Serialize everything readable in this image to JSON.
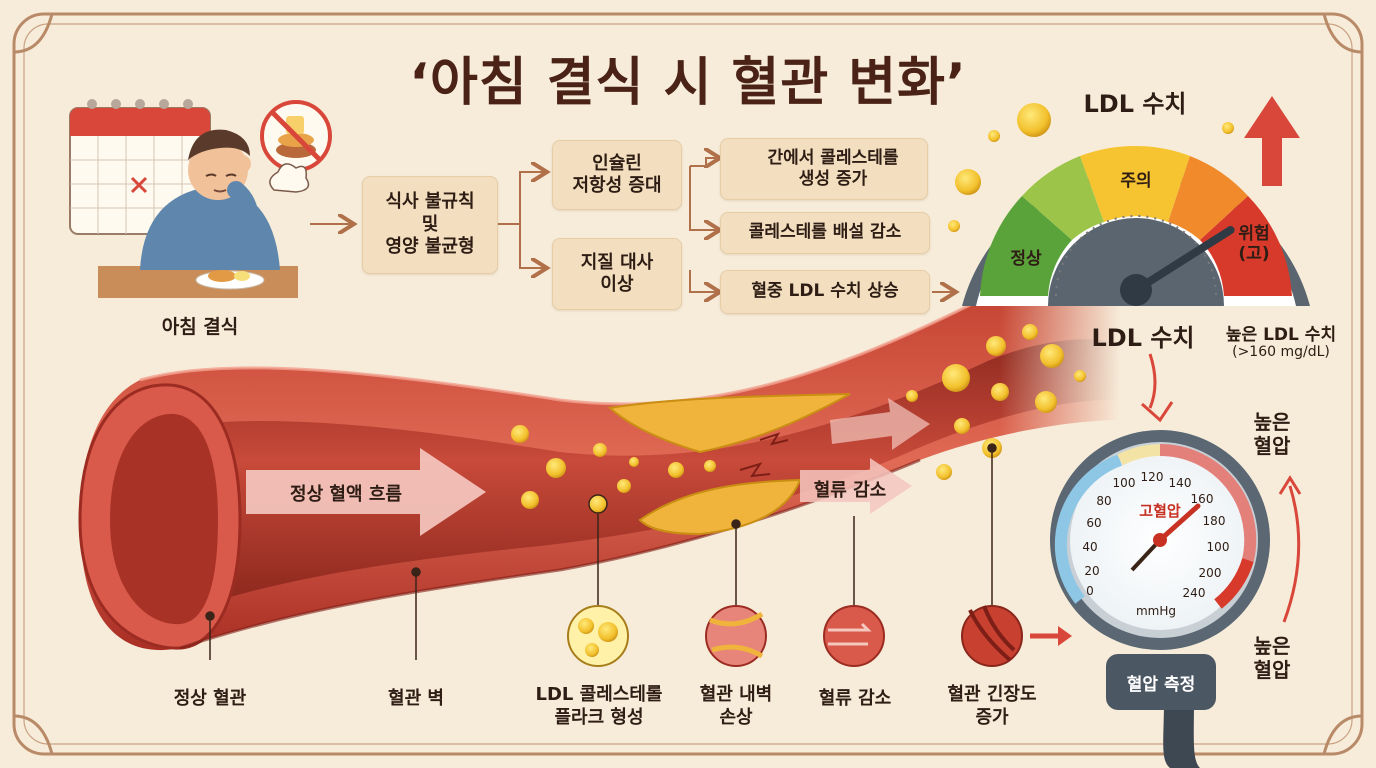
{
  "title": "‘아침 결식 시 혈관 변화’",
  "breakfast_skip": {
    "label": "아침 결식"
  },
  "flow": {
    "step1": "식사 불규칙\n및\n영양 불균형",
    "step2a": "인슐린\n저항성 증대",
    "step2b": "지질 대사\n이상",
    "step3a": "간에서 콜레스테롤\n생성 증가",
    "step3b": "콜레스테롤 배설 감소",
    "step3c": "혈중 LDL 수치 상승"
  },
  "ldl_gauge": {
    "title": "LDL 수치",
    "segments": [
      "정상",
      "주의",
      "위험\n(고)"
    ],
    "caption": "LDL 수치",
    "high_label": "높은 LDL 수치",
    "high_value": "(>160 mg/dL)",
    "needle_fraction": 0.82
  },
  "vessel": {
    "flow_normal": "정상 혈액 흐름",
    "flow_reduced": "혈류 감소"
  },
  "callouts": [
    "정상 혈관",
    "혈관 벽",
    "LDL 콜레스테롤\n플라크 형성",
    "혈관 내벽\n손상",
    "혈류 감소",
    "혈관 긴장도\n증가"
  ],
  "bp_gauge": {
    "center_label": "고혈압",
    "unit": "mmHg",
    "ticks": [
      "0",
      "20",
      "40",
      "60",
      "80",
      "100",
      "120",
      "140",
      "160",
      "180",
      "100",
      "200",
      "240"
    ],
    "plate": "혈압 측정",
    "high_bp_top": "높은\n혈압",
    "high_bp_bottom": "높은\n혈압"
  },
  "colors": {
    "background": "#f7ecd9",
    "frame": "#b88a68",
    "vessel_outer": "#b8362c",
    "vessel_inner": "#d9574a",
    "plaque": "#f0b43c",
    "danger": "#d73a2a",
    "caution": "#f6c430",
    "normal": "#5aa23a"
  }
}
